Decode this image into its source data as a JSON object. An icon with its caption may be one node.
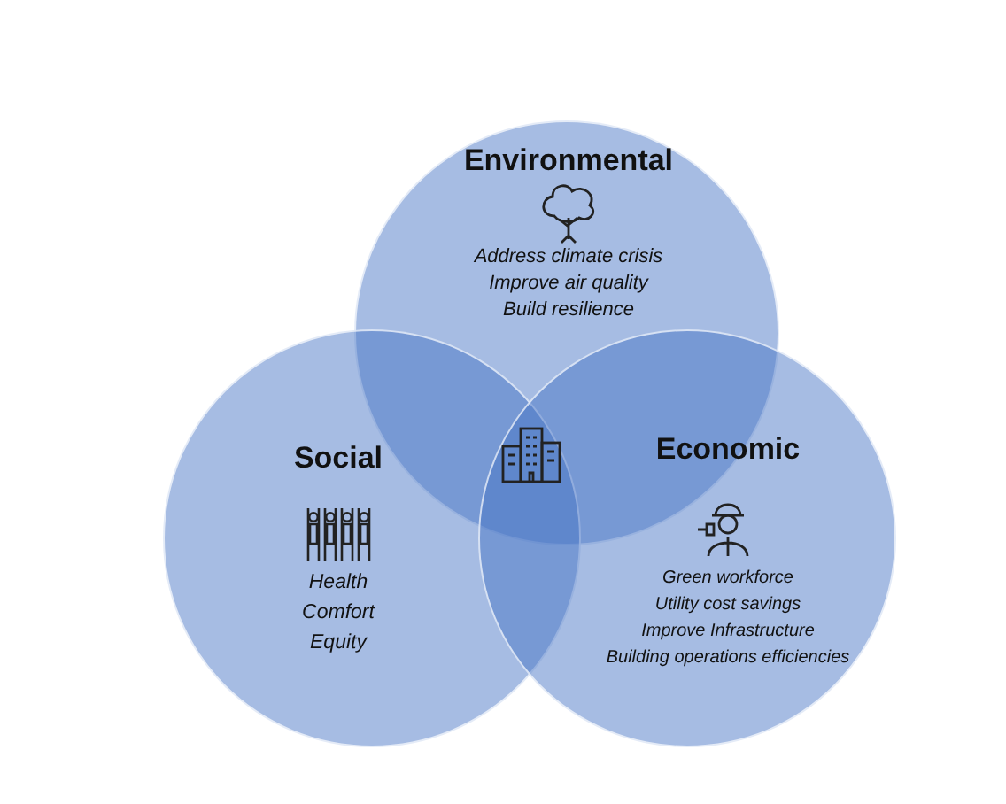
{
  "diagram": {
    "nodes": [
      {
        "text": [
          "Environmental",
          "Address climate crisis",
          "Improve air quality",
          "Build resilience"
        ]
      },
      {
        "text": [
          "Social",
          "Health",
          "Comfort",
          "Equity"
        ]
      },
      {
        "text": [
          "Economic",
          "Green workforce",
          "Utility cost savings",
          "Improve Infrastructure",
          "Building operations efficiencies"
        ]
      }
    ]
  }
}
